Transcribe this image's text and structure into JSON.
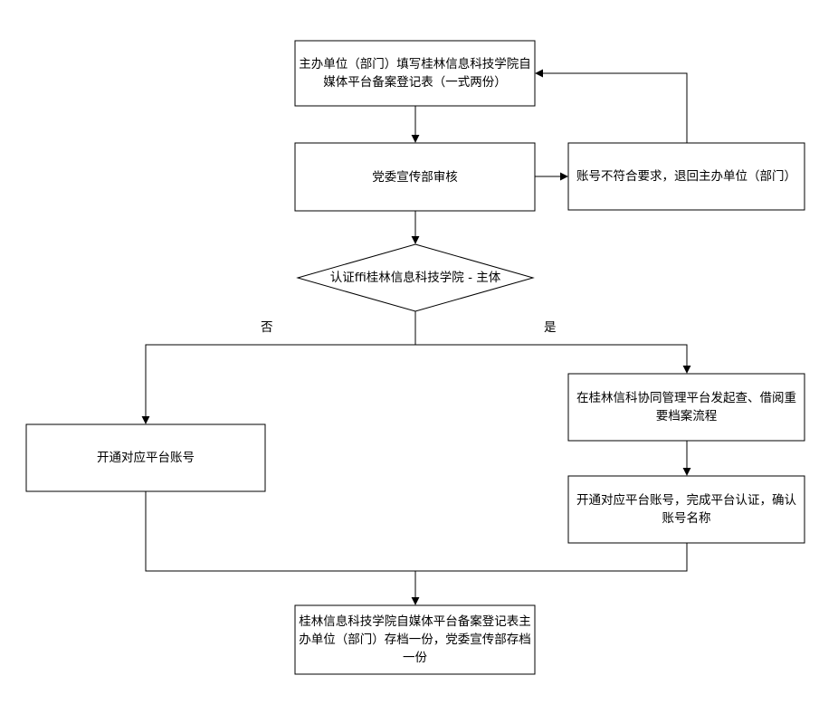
{
  "nodes": {
    "fill_form": "主办单位（部门）填写桂林信息科技学院自媒体平台备案登记表（一式两份）",
    "review": "党委宣传部审核",
    "reject": "账号不符合要求，退回主办单位（部门）",
    "decision": "认证ffi桂林信息科技学院 - 主体",
    "open_account_no": "开通对应平台账号",
    "initiate_process": "在桂林信科协同管理平台发起查、借阅重要档案流程",
    "open_account_yes": "开通对应平台账号，完成平台认证，确认账号名称",
    "archive": "桂林信息科技学院自媒体平台备案登记表主办单位（部门）存档一份，党委宣传部存档一份"
  },
  "edges": {
    "no_label": "否",
    "yes_label": "是"
  }
}
